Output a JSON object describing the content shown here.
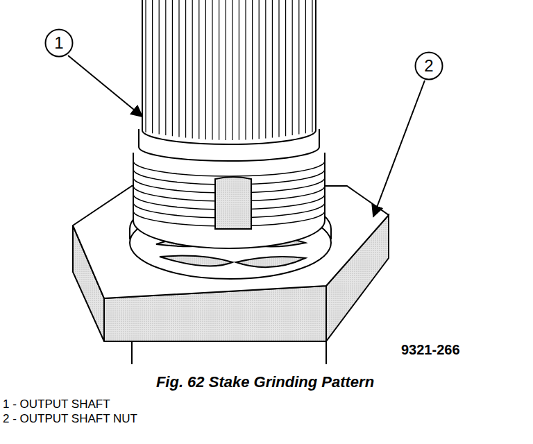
{
  "diagram": {
    "caption": "Fig. 62 Stake Grinding Pattern",
    "nodes": [
      {
        "text": [
          "1"
        ]
      },
      {
        "text": [
          "2"
        ]
      }
    ],
    "labels": [
      "9321-266",
      "1 - OUTPUT SHAFT",
      "2 - OUTPUT SHAFT NUT"
    ]
  }
}
